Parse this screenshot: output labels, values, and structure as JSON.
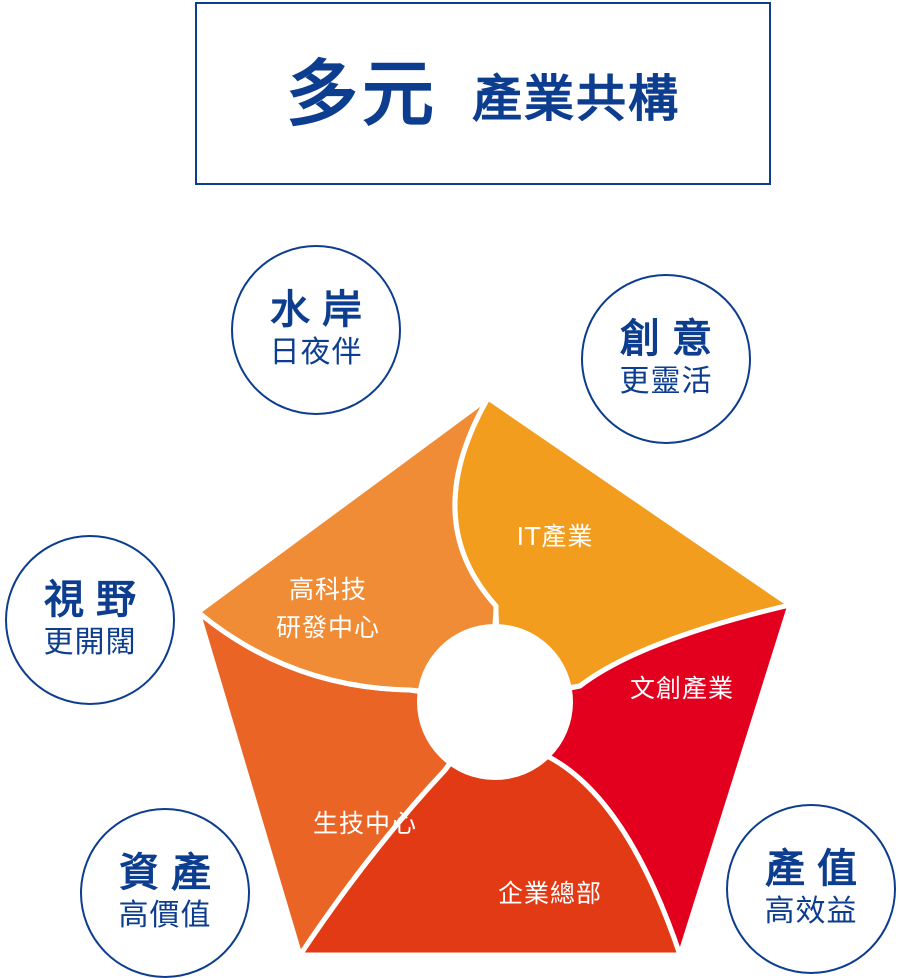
{
  "title": {
    "main": "多元",
    "sub": "產業共構"
  },
  "badges": [
    {
      "title": "水岸",
      "subtitle": "日夜伴"
    },
    {
      "title": "創意",
      "subtitle": "更靈活"
    },
    {
      "title": "視野",
      "subtitle": "更開闊"
    },
    {
      "title": "資產",
      "subtitle": "高價值"
    },
    {
      "title": "產值",
      "subtitle": "高效益"
    }
  ],
  "segments": [
    {
      "lines": [
        "IT產業"
      ],
      "color": "#f39d1e"
    },
    {
      "lines": [
        "文創產業"
      ],
      "color": "#e3001f"
    },
    {
      "lines": [
        "企業總部"
      ],
      "color": "#e33a16"
    },
    {
      "lines": [
        "生技中心"
      ],
      "color": "#ea6426"
    },
    {
      "lines": [
        "高科技",
        "研發中心"
      ],
      "color": "#f08c36"
    }
  ],
  "colors": {
    "brand_blue": "#0d3d8e",
    "divider": "#ffffff"
  }
}
